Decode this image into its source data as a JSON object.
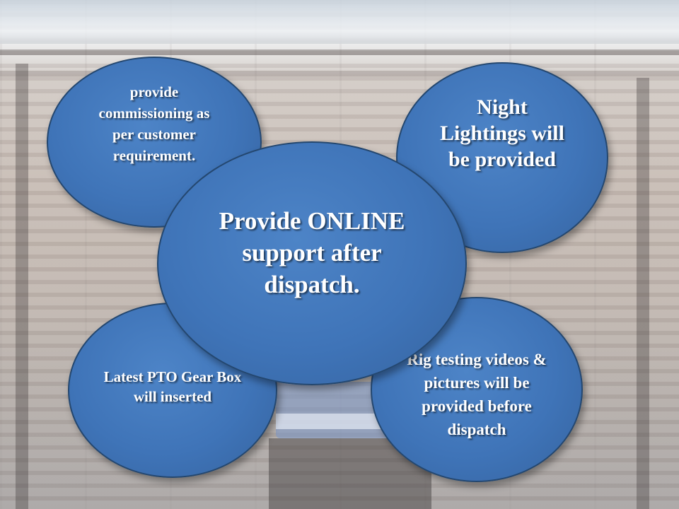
{
  "diagram": {
    "nodes": [
      {
        "id": "commission",
        "label": "provide commissioning as per customer requirement."
      },
      {
        "id": "lights",
        "label": "Night Lightings  will be provided"
      },
      {
        "id": "online",
        "label": "Provide  ONLINE support    after dispatch."
      },
      {
        "id": "gearbox",
        "label": "Latest PTO Gear Box will inserted"
      },
      {
        "id": "rig",
        "label": "Rig testing videos & pictures will be provided before dispatch"
      }
    ]
  },
  "colors": {
    "bubble_fill": "#3f74b8",
    "bubble_border": "#24476f",
    "text": "#ffffff"
  }
}
